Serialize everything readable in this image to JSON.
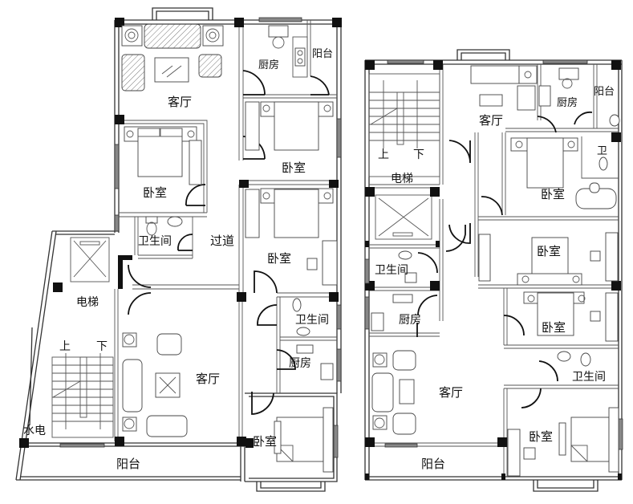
{
  "title": "Residential floor plan (two units)",
  "plan_left": {
    "rooms": [
      {
        "id": "living-top",
        "label": "客厅"
      },
      {
        "id": "kitchen-top",
        "label": "厨房"
      },
      {
        "id": "balcony-top",
        "label": "阳台"
      },
      {
        "id": "bedroom-left-upper",
        "label": "卧室"
      },
      {
        "id": "bedroom-right-upper",
        "label": "卧室"
      },
      {
        "id": "bathroom-upper",
        "label": "卫生间"
      },
      {
        "id": "corridor",
        "label": "过道"
      },
      {
        "id": "bedroom-right-middle",
        "label": "卧室"
      },
      {
        "id": "elevator",
        "label": "电梯"
      },
      {
        "id": "stair-up",
        "label": "上"
      },
      {
        "id": "stair-down",
        "label": "下"
      },
      {
        "id": "living-bottom",
        "label": "客厅"
      },
      {
        "id": "bathroom-lower",
        "label": "卫生间"
      },
      {
        "id": "kitchen-lower",
        "label": "厨房"
      },
      {
        "id": "utility",
        "label": "水电"
      },
      {
        "id": "bedroom-bottom",
        "label": "卧室"
      },
      {
        "id": "balcony-bottom",
        "label": "阳台"
      }
    ]
  },
  "plan_right": {
    "rooms": [
      {
        "id": "stair-up",
        "label": "上"
      },
      {
        "id": "stair-down",
        "label": "下"
      },
      {
        "id": "elevator",
        "label": "电梯"
      },
      {
        "id": "living-top",
        "label": "客厅"
      },
      {
        "id": "kitchen-top",
        "label": "厨房"
      },
      {
        "id": "balcony-top",
        "label": "阳台"
      },
      {
        "id": "toilet-small",
        "label": "卫"
      },
      {
        "id": "bedroom-1",
        "label": "卧室"
      },
      {
        "id": "bathroom-left",
        "label": "卫生间"
      },
      {
        "id": "bedroom-2",
        "label": "卧室"
      },
      {
        "id": "kitchen-left",
        "label": "厨房"
      },
      {
        "id": "bedroom-3",
        "label": "卧室"
      },
      {
        "id": "living-bottom",
        "label": "客厅"
      },
      {
        "id": "bathroom-right",
        "label": "卫生间"
      },
      {
        "id": "bedroom-4",
        "label": "卧室"
      },
      {
        "id": "balcony-bottom",
        "label": "阳台"
      }
    ]
  }
}
